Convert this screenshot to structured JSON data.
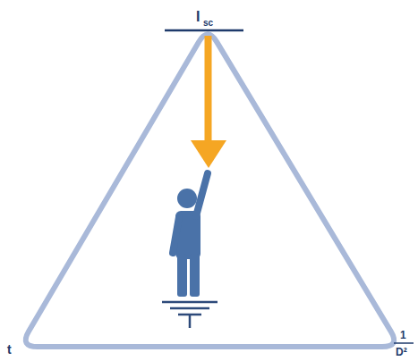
{
  "diagram": {
    "labels": [
      "I",
      "sc",
      "t",
      "1",
      "D²"
    ]
  }
}
